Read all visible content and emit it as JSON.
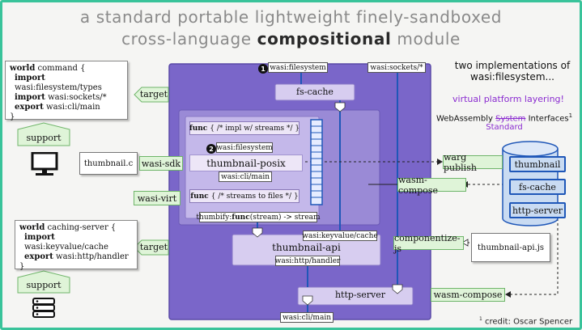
{
  "title": {
    "line1": "a standard portable lightweight finely-sandboxed",
    "line2_pre": "cross-language ",
    "line2_bold": "compositional",
    "line2_post": " module"
  },
  "world_command": {
    "l1_kw": "world",
    "l1_rest": " command {",
    "l2_kw": "import",
    "l2_rest": " wasi:filesystem/types",
    "l3_kw": "import",
    "l3_rest": " wasi:sockets/*",
    "l4_kw": "export",
    "l4_rest": " wasi:cli/main",
    "l5": "}"
  },
  "world_caching": {
    "l1_kw": "world",
    "l1_rest": " caching-server {",
    "l2_kw": "import",
    "l2_rest": " wasi:keyvalue/cache",
    "l3_kw": "export",
    "l3_rest": " wasi:http/handler",
    "l4": "}"
  },
  "labels": {
    "target": "target",
    "support": "support",
    "thumbnail_c": "thumbnail.c",
    "wasi_sdk": "wasi-sdk",
    "wasi_virt": "wasi-virt",
    "thumbnail_api_js": "thumbnail-api.js",
    "componentize_js": "componentize-js",
    "wasm_compose": "wasm-compose",
    "warg_publish": "warg publish"
  },
  "component": {
    "wasi_filesystem": "wasi:filesystem",
    "wasi_sockets": "wasi:sockets/*",
    "fs_cache": "fs-cache",
    "func_kw": "func",
    "func1_rest": "{ /* impl w/ streams */ }",
    "func2_rest": "{ /* streams to files */ }",
    "thumbnail_posix": "thumbnail-posix",
    "wasi_cli_main": "wasi:cli/main",
    "thumbify_pre": "thumbify: ",
    "thumbify_func": "func",
    "thumbify_post": "(stream) -> stream",
    "wasi_keyvalue_cache": "wasi:keyvalue/cache",
    "thumbnail_api": "thumbnail-api",
    "wasi_http_handler": "wasi:http/handler",
    "http_server": "http-server",
    "marker1": "1",
    "marker2": "2"
  },
  "side_notes": {
    "two_impls_1": "two implementations of",
    "two_impls_2": "wasi:filesystem...",
    "virtual_layering": "virtual platform layering!",
    "wasi_pre": "WebAssembly ",
    "wasi_struck": "System",
    "wasi_post": " Interfaces",
    "wasi_sup": "1",
    "standard": "Standard"
  },
  "registry": {
    "items": [
      "thumbnail",
      "fs-cache",
      "http-server"
    ]
  },
  "footnote": {
    "sup": "1",
    "text": " credit: Oscar Spencer"
  },
  "icons": {
    "computer": "computer-icon",
    "server": "server-icon",
    "database": "database-icon"
  },
  "colors": {
    "accent_green": "#39c39a",
    "panel_purple": "#7a66c9",
    "inner_purple": "#9a8ad6",
    "link_blue": "#1f57b8",
    "virtual_purple": "#8a2bd0"
  }
}
